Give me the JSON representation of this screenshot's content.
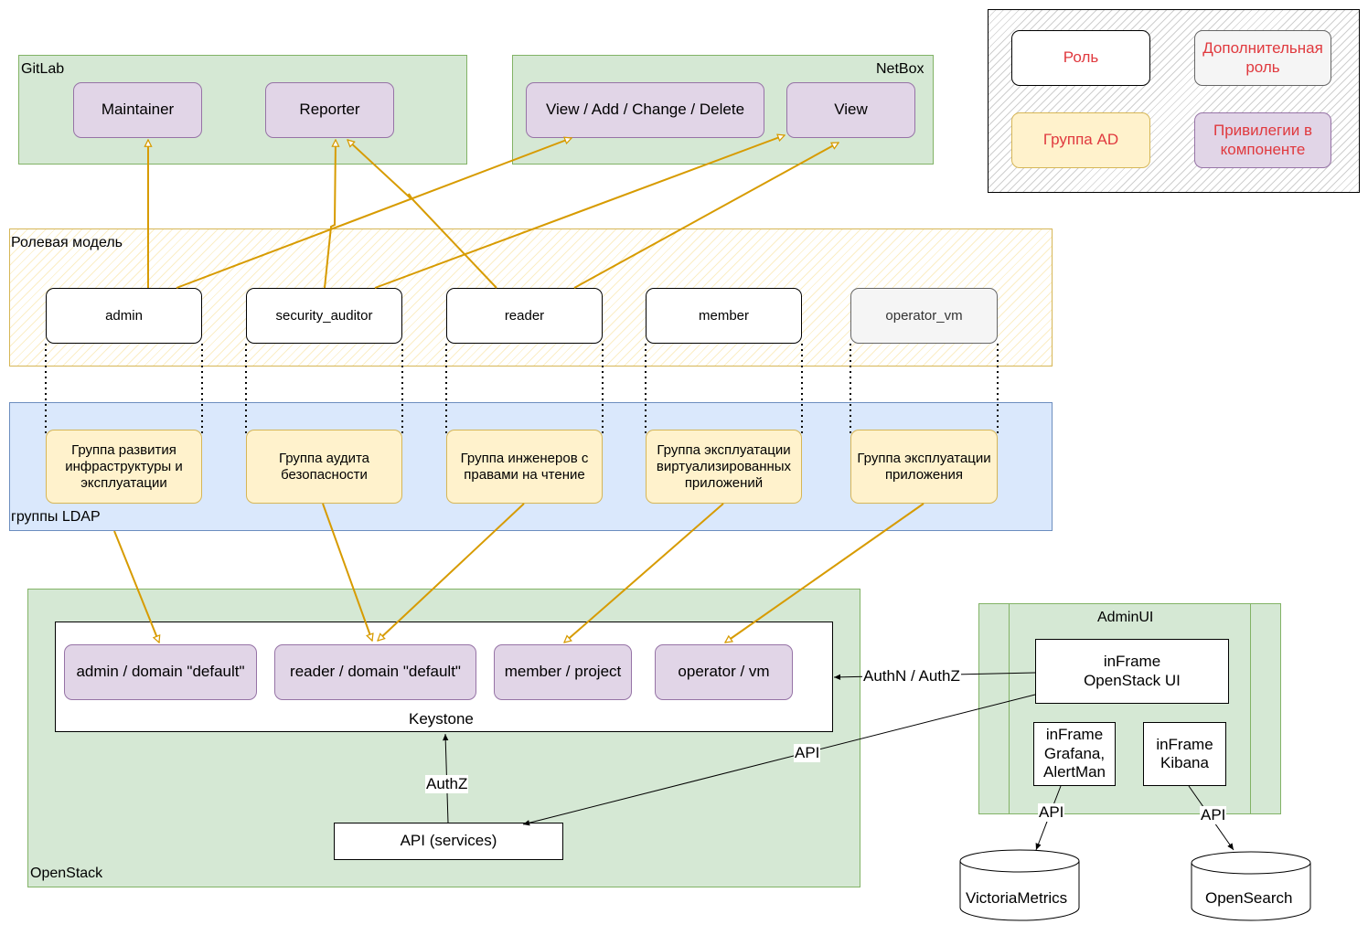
{
  "gitlab": {
    "title": "GitLab",
    "maintainer": "Maintainer",
    "reporter": "Reporter"
  },
  "netbox": {
    "title": "NetBox",
    "view_add_change_delete": "View / Add / Change / Delete",
    "view": "View"
  },
  "legend": {
    "role": "Роль",
    "extra_role": "Дополнительная роль",
    "ad_group": "Группа AD",
    "privileges": "Привилегии в компоненте"
  },
  "role_model": {
    "title": "Ролевая модель",
    "roles": [
      "admin",
      "security_auditor",
      "reader",
      "member",
      "operator_vm"
    ]
  },
  "ldap": {
    "title": "группы LDAP",
    "groups": [
      "Группа развития инфраструктуры и эксплуатации",
      "Группа аудита безопасности",
      "Группа инженеров с правами на чтение",
      "Группа эксплуатации виртуализированных приложений",
      "Группа эксплуатации приложения"
    ]
  },
  "openstack": {
    "title": "OpenStack",
    "keystone_label": "Keystone",
    "keystone_roles": [
      "admin / domain \"default\"",
      "reader / domain \"default\"",
      "member / project",
      "operator / vm"
    ],
    "api_services": "API (services)",
    "authz_label": "AuthZ"
  },
  "adminui": {
    "title": "AdminUI",
    "openstack_ui": "inFrame OpenStack UI",
    "grafana": "inFrame Grafana, AlertMan",
    "kibana": "inFrame Kibana"
  },
  "edges": {
    "authn_authz": "AuthN / AuthZ",
    "api_openstack": "API",
    "api_grafana": "API",
    "api_kibana": "API"
  },
  "databases": {
    "victoria": "VictoriaMetrics",
    "opensearch": "OpenSearch"
  },
  "colors": {
    "arrow_gold": "#d79b00",
    "green_fill": "#d5e8d4",
    "blue_fill": "#dae8fc",
    "yellow_fill": "#fff2cc",
    "purple_fill": "#e1d5e7",
    "legend_text_red": "#e0393e"
  }
}
